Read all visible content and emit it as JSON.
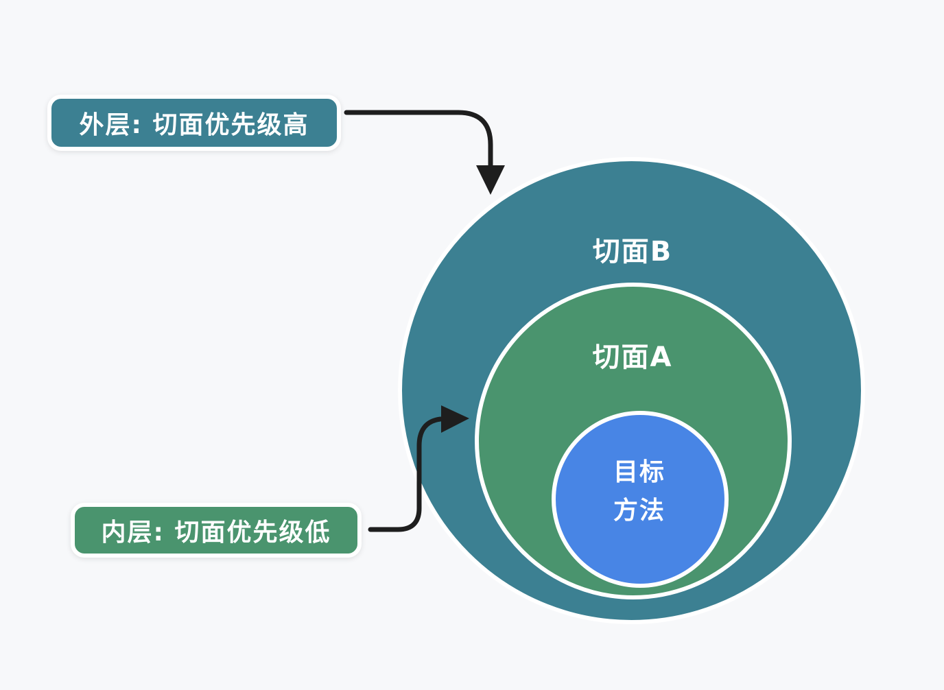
{
  "canvas": {
    "background_color": "#f7f8fa"
  },
  "callouts": {
    "outer": {
      "text": "外层: 切面优先级高",
      "fill_color": "#3c8092",
      "text_color": "#ffffff"
    },
    "inner": {
      "text": "内层: 切面优先级低",
      "fill_color": "#4a946e",
      "text_color": "#ffffff"
    }
  },
  "circles": {
    "aspect_b": {
      "label": "切面B",
      "fill_color": "#3c8092",
      "text_color": "#ffffff"
    },
    "aspect_a": {
      "label": "切面A",
      "fill_color": "#4a946e",
      "text_color": "#ffffff"
    },
    "target_method": {
      "label": "目标\n方法",
      "fill_color": "#4885e5",
      "text_color": "#ffffff"
    }
  },
  "arrows": {
    "color": "#1e1e1e"
  }
}
